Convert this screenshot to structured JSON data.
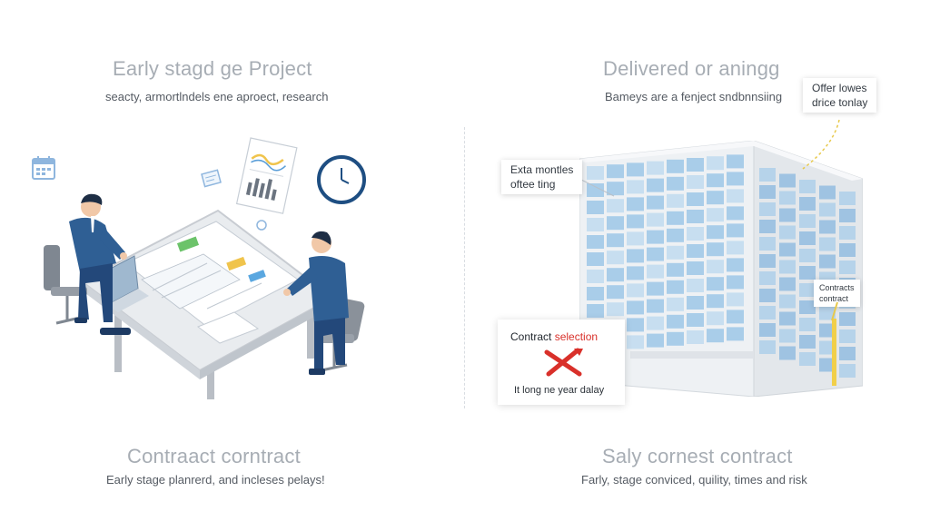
{
  "left_panel": {
    "title": "Early stagd ge Project",
    "subtitle": "seacty, armortlndels ene aproect, research",
    "bottom_title": "Contraact corntract",
    "bottom_subtitle": "Early stage planrerd, and incleses pelays!"
  },
  "right_panel": {
    "title": "Delivered or aningg",
    "subtitle": "Bameys are a fenject sndbnnsiing",
    "bottom_title": "Saly cornest contract",
    "bottom_subtitle": "Farly, stage conviced, quility, times and risk",
    "callout_top_right": {
      "line1": "Offer lowes",
      "line2": "drice tonlay"
    },
    "callout_left": {
      "line1": "Exta montles",
      "line2": "oftee ting"
    },
    "callout_building": {
      "line1": "Contracts",
      "line2": "contract"
    },
    "contract_card": {
      "label_prefix": "Contract ",
      "label_highlight": "selection",
      "delay_text": "It long ne year dalay"
    }
  },
  "colors": {
    "title_gray": "#a7adb4",
    "suit_blue": "#2f5f94",
    "glass_blue": "#a9cde9",
    "accent_red": "#d9302a",
    "accent_yellow": "#f1cf4a"
  },
  "icons": {
    "calendar": "calendar-icon",
    "clock": "clock-icon",
    "document": "document-chart-icon",
    "cross": "red-cross-icon"
  }
}
